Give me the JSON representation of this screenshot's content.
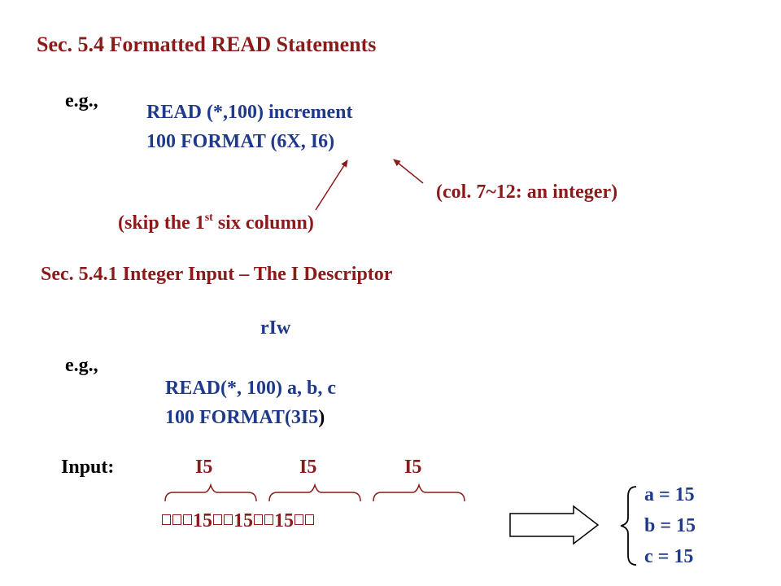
{
  "section1": {
    "title": "Sec. 5.4   Formatted READ Statements",
    "eg_label": "e.g.,",
    "code_line1": "READ (*,100) increment",
    "code_line2": "100   FORMAT (6X, I6)",
    "annotation_col": "(col. 7~12: an integer)",
    "annotation_skip_pre": "(skip the 1",
    "annotation_skip_sup": "st",
    "annotation_skip_post": " six column)"
  },
  "section2": {
    "title": "Sec. 5.4.1   Integer Input – The I Descriptor",
    "descriptor": "rIw",
    "eg_label": "e.g.,",
    "code_line1": "READ(*, 100) a, b, c",
    "code_line2_pre": "100   FORMAT(3I5",
    "code_line2_post": ")",
    "input_label": "Input:",
    "field_labels": [
      "I5",
      "I5",
      "I5"
    ],
    "input_values": [
      "15",
      "15",
      "15"
    ],
    "results": [
      "a = 15",
      "b = 15",
      "c = 15"
    ]
  },
  "colors": {
    "title_red": "#8b1a1a",
    "code_blue": "#1f3a8a",
    "text_black": "#000000"
  }
}
